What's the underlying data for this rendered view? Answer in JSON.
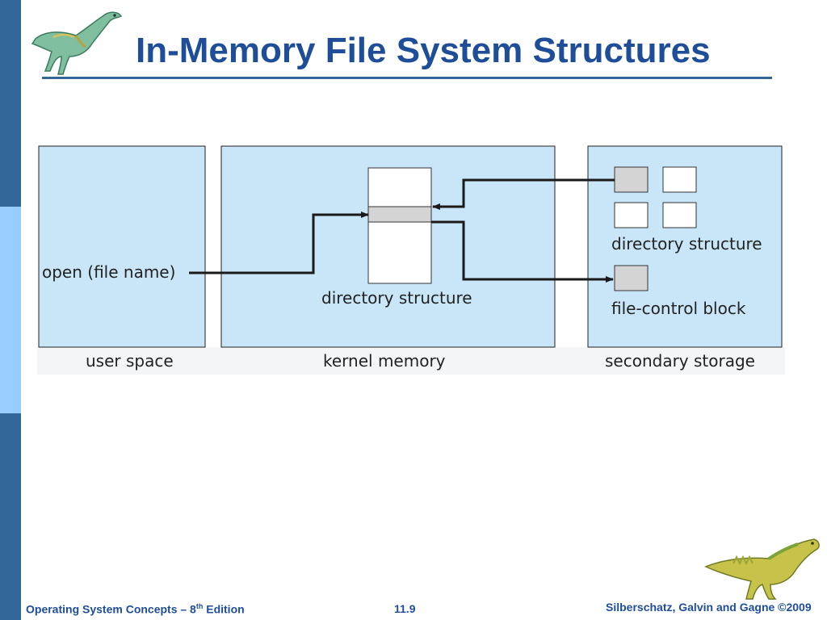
{
  "slide": {
    "title": "In-Memory File System Structures",
    "accent_color": "#336699",
    "title_color": "#1f4e99"
  },
  "diagram": {
    "user_space": {
      "call_label": "open (file name)",
      "region_label": "user space"
    },
    "kernel_memory": {
      "structure_label": "directory structure",
      "region_label": "kernel memory"
    },
    "secondary_storage": {
      "structure_label": "directory structure",
      "block_label": "file-control block",
      "region_label": "secondary storage"
    },
    "box_fill": "#c8e6f7",
    "highlight_fill": "#d4d4d4"
  },
  "footer": {
    "book_prefix": "Operating System Concepts – 8",
    "book_sup": "th",
    "book_suffix": " Edition",
    "page_number": "11.9",
    "copyright": "Silberschatz, Galvin and Gagne ©2009"
  },
  "icons": [
    "dinosaur-logo-icon",
    "dinosaur-corner-icon"
  ]
}
